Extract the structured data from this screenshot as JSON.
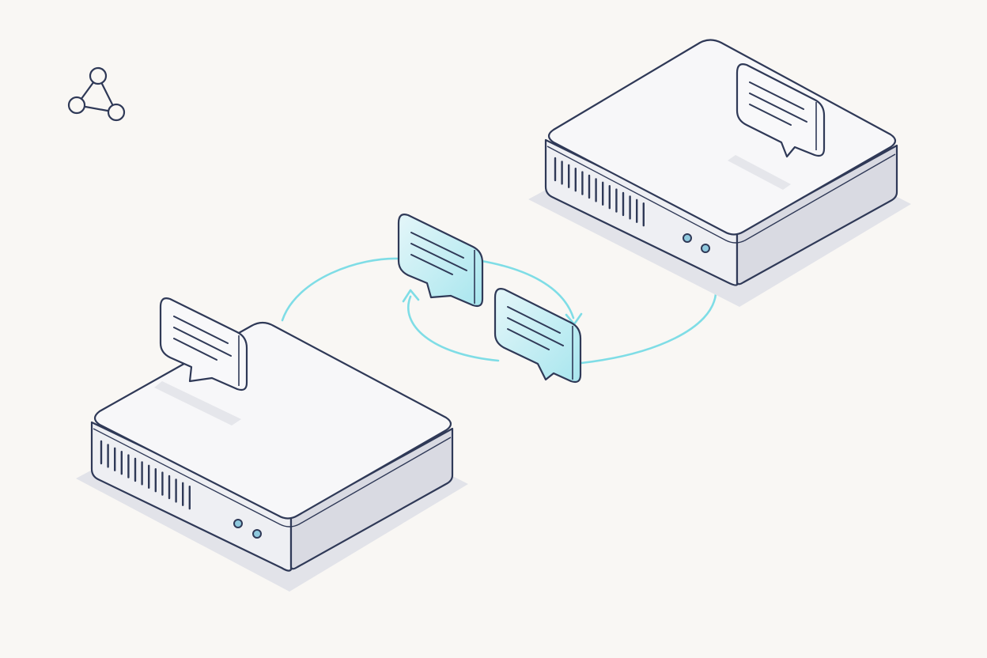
{
  "colors": {
    "background": "#f9f7f4",
    "outline": "#2f3957",
    "device_top": "#f7f7f9",
    "device_front": "#eeeff3",
    "device_side": "#d9dae2",
    "shadow": "#e2e3e9",
    "bubble_neutral": "#f8f8fa",
    "bubble_accent_light": "#e4f6f9",
    "bubble_accent_dark": "#a8e6ee",
    "bubble_accent_edge": "#7fd8e3",
    "flow_line": "#7fdde6",
    "led": "#8fc9de"
  },
  "icons": {
    "network": "network-nodes-icon",
    "message": "chat-bubble-icon",
    "exchange": "circular-arrows-icon"
  },
  "nodes": [
    {
      "name": "left-server",
      "icon": "server-icon",
      "leds": 2,
      "vents": 14
    },
    {
      "name": "right-server",
      "icon": "server-icon",
      "leds": 2,
      "vents": 14
    }
  ],
  "messages": [
    {
      "name": "left-server-message",
      "style": "neutral"
    },
    {
      "name": "right-server-message",
      "style": "neutral"
    },
    {
      "name": "in-transit-message-upper",
      "style": "accent"
    },
    {
      "name": "in-transit-message-lower",
      "style": "accent"
    }
  ]
}
